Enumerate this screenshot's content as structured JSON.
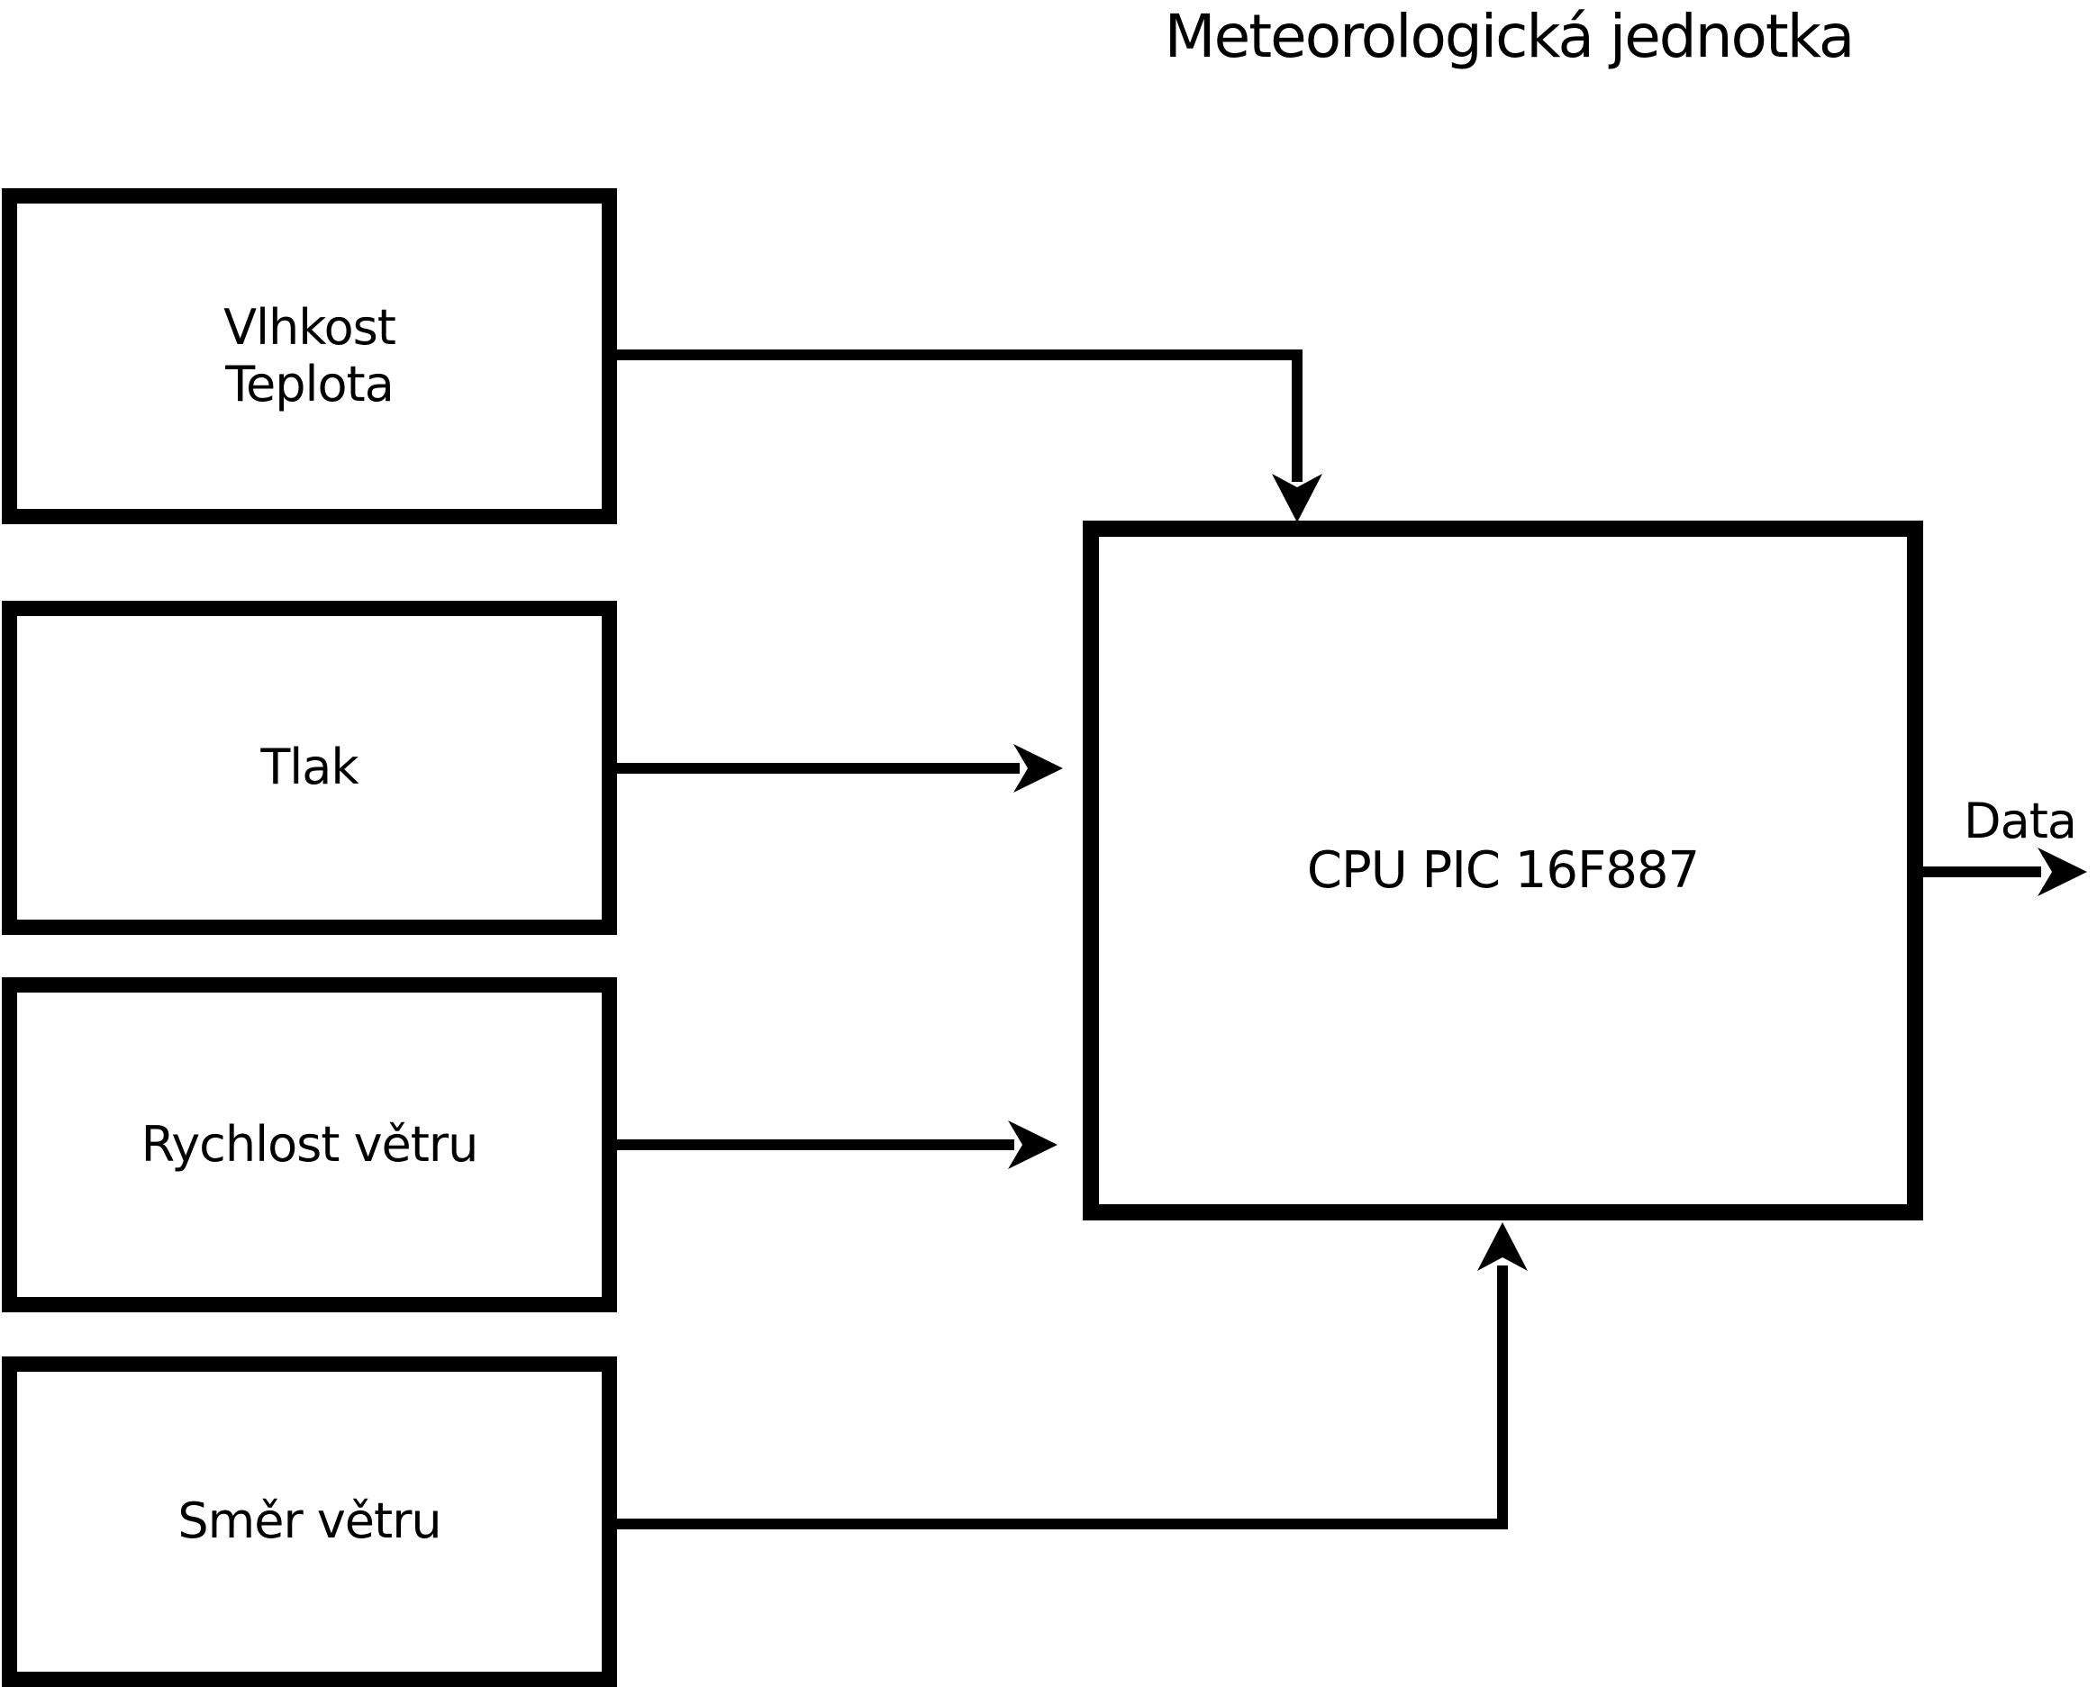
{
  "title": "Meteorologická jednotka",
  "sensors": [
    {
      "id": "humidity-temperature",
      "lines": [
        "Vlhkost",
        "Teplota"
      ]
    },
    {
      "id": "pressure",
      "lines": [
        "Tlak"
      ]
    },
    {
      "id": "wind-speed",
      "lines": [
        "Rychlost větru"
      ]
    },
    {
      "id": "wind-direction",
      "lines": [
        "Směr větru"
      ]
    }
  ],
  "cpu": {
    "label": "CPU PIC 16F887"
  },
  "output": {
    "label": "Data"
  },
  "colors": {
    "stroke": "#000000",
    "background": "#ffffff",
    "text": "#000000"
  }
}
